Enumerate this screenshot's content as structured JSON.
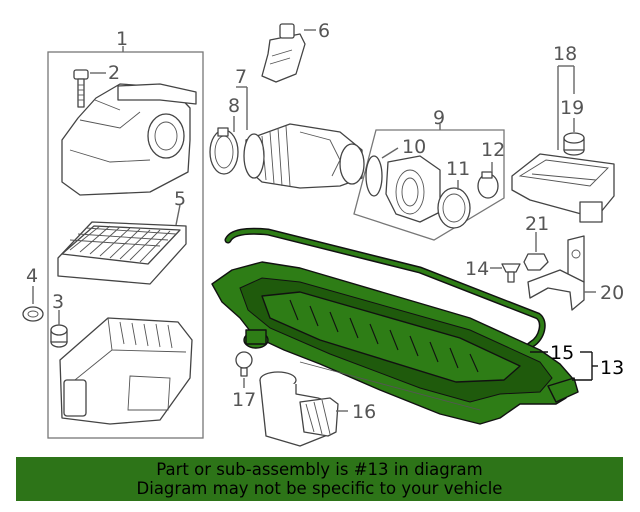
{
  "callouts": [
    "1",
    "2",
    "3",
    "4",
    "5",
    "6",
    "7",
    "8",
    "9",
    "10",
    "11",
    "12",
    "13",
    "14",
    "15",
    "16",
    "17",
    "18",
    "19",
    "20",
    "21"
  ],
  "highlighted_part": "13",
  "banner": {
    "line1": "Part or sub-assembly is #13 in diagram",
    "line2": "Diagram may not be specific to your vehicle"
  },
  "colors": {
    "highlight": "#2e7d16",
    "banner_background": "#2d7418",
    "callout_text": "#555555"
  }
}
